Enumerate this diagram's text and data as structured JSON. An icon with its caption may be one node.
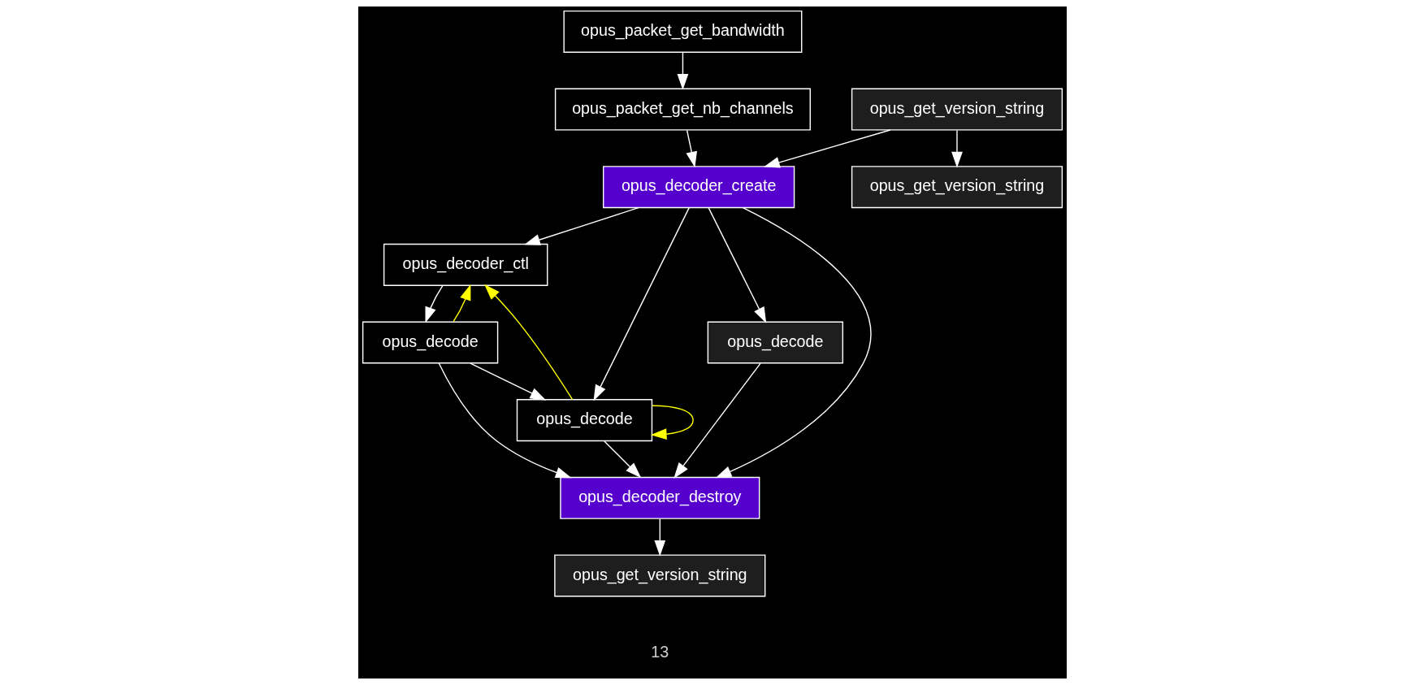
{
  "diagram": {
    "nodes": [
      {
        "text": [
          "opus_packet_get_bandwidth"
        ]
      },
      {
        "text": [
          "opus_packet_get_nb_channels"
        ]
      },
      {
        "text": [
          "opus_get_version_string"
        ]
      },
      {
        "text": [
          "opus_decoder_create"
        ]
      },
      {
        "text": [
          "opus_get_version_string"
        ]
      },
      {
        "text": [
          "opus_decoder_ctl"
        ]
      },
      {
        "text": [
          "opus_decode"
        ]
      },
      {
        "text": [
          "opus_decode"
        ]
      },
      {
        "text": [
          "opus_decode"
        ]
      },
      {
        "text": [
          "opus_decoder_destroy"
        ]
      },
      {
        "text": [
          "opus_get_version_string"
        ]
      }
    ],
    "edges": [
      {
        "from": 0,
        "to": 1,
        "arrow": "to"
      },
      {
        "from": 1,
        "to": 3,
        "arrow": "to"
      },
      {
        "from": 2,
        "to": 3,
        "arrow": "to"
      },
      {
        "from": 2,
        "to": 4,
        "arrow": "to"
      },
      {
        "from": 3,
        "to": 5,
        "arrow": "to"
      },
      {
        "from": 3,
        "to": 8,
        "arrow": "to"
      },
      {
        "from": 3,
        "to": 9,
        "arrow": "to"
      },
      {
        "from": 3,
        "to": 7,
        "arrow": "to"
      },
      {
        "from": 5,
        "to": 6,
        "arrow": "to"
      },
      {
        "from": 6,
        "to": 5,
        "arrow": "to",
        "color": "#ffff00"
      },
      {
        "from": 8,
        "to": 5,
        "arrow": "to",
        "color": "#ffff00"
      },
      {
        "from": 6,
        "to": 8,
        "arrow": "to"
      },
      {
        "from": 6,
        "to": 9,
        "arrow": "to"
      },
      {
        "from": 8,
        "to": 8,
        "arrow": "to",
        "color": "#ffff00"
      },
      {
        "from": 8,
        "to": 9,
        "arrow": "to"
      },
      {
        "from": 7,
        "to": 9,
        "arrow": "to"
      },
      {
        "from": 9,
        "to": 10,
        "arrow": "to"
      }
    ],
    "labels": [
      "13"
    ]
  }
}
